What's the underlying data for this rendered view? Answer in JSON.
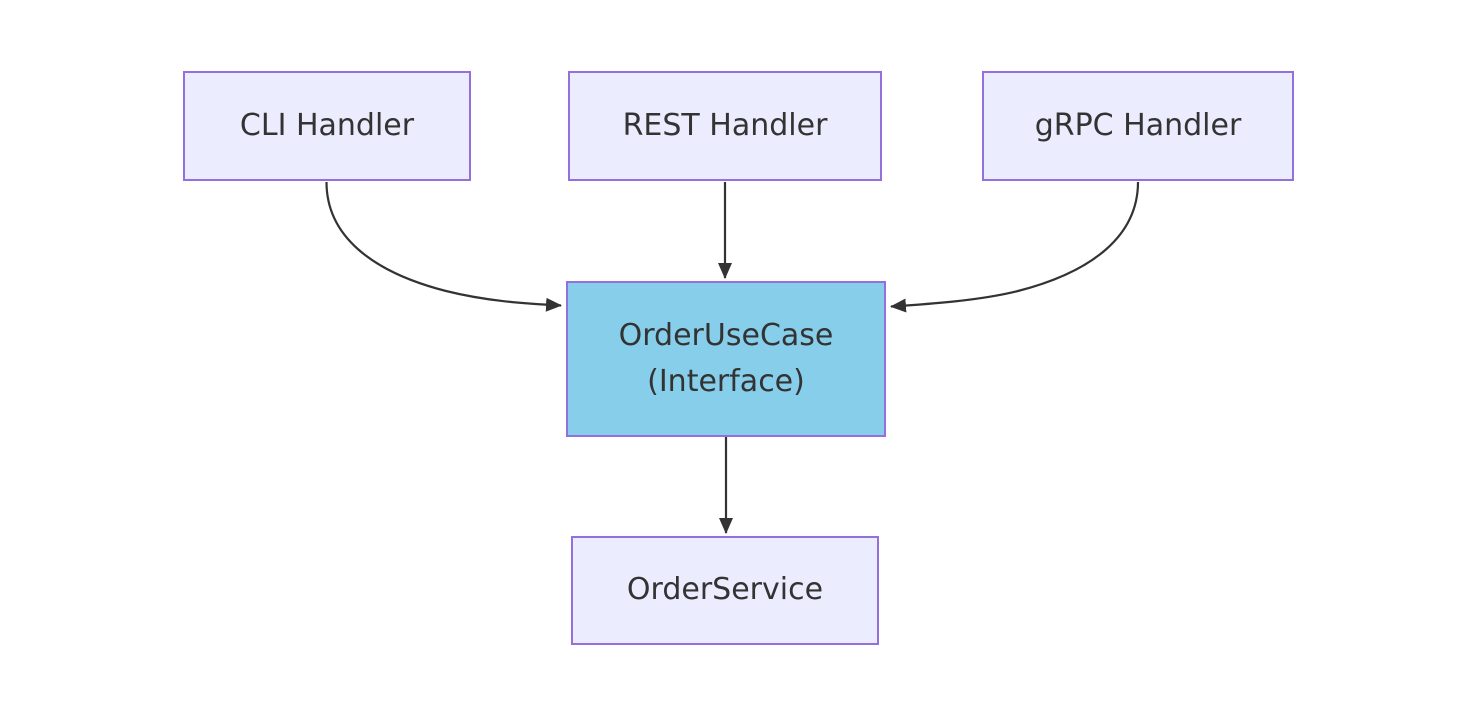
{
  "diagram": {
    "type": "flowchart",
    "direction": "top-to-bottom",
    "nodes": [
      {
        "id": "cli",
        "label": "CLI Handler",
        "style": "default"
      },
      {
        "id": "rest",
        "label": "REST Handler",
        "style": "default"
      },
      {
        "id": "grpc",
        "label": "gRPC Handler",
        "style": "default"
      },
      {
        "id": "usecase",
        "label": "OrderUseCase (Interface)",
        "label_line1": "OrderUseCase",
        "label_line2": "(Interface)",
        "style": "highlight"
      },
      {
        "id": "service",
        "label": "OrderService",
        "style": "default"
      }
    ],
    "edges": [
      {
        "from": "CLI Handler",
        "to": "OrderUseCase (Interface)",
        "arrow": "arrowhead"
      },
      {
        "from": "REST Handler",
        "to": "OrderUseCase (Interface)",
        "arrow": "arrowhead"
      },
      {
        "from": "gRPC Handler",
        "to": "OrderUseCase (Interface)",
        "arrow": "arrowhead"
      },
      {
        "from": "OrderUseCase (Interface)",
        "to": "OrderService",
        "arrow": "arrowhead"
      }
    ],
    "colors": {
      "node_fill": "#ECECFF",
      "node_border": "#9370DB",
      "highlight_fill": "#87CEEB",
      "highlight_border": "#9370DB",
      "edge_stroke": "#333333",
      "text": "#333333",
      "background": "#FFFFFF"
    }
  }
}
